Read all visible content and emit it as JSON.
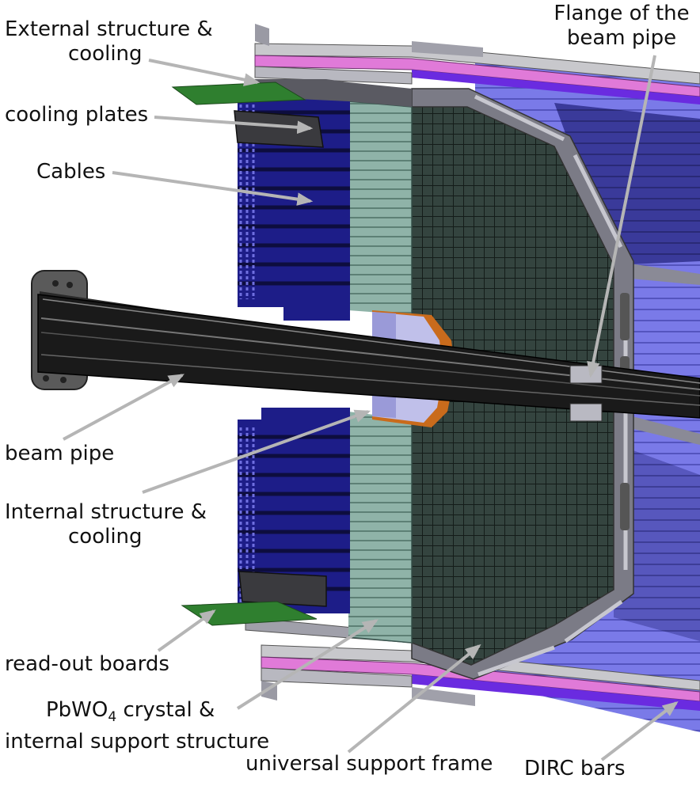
{
  "labels": {
    "external_structure": [
      "External structure &",
      "cooling"
    ],
    "cooling_plates": "cooling plates",
    "cables": "Cables",
    "beam_pipe": "beam pipe",
    "internal_structure": [
      "Internal structure &",
      "cooling"
    ],
    "readout_boards": "read-out boards",
    "crystal": {
      "chem": "PbWO",
      "sub": "4",
      "rest": " crystal &",
      "line2": "internal support structure"
    },
    "support_frame": "universal support frame",
    "dirc_bars": "DIRC bars",
    "flange": [
      "Flange of the",
      "beam pipe"
    ]
  },
  "colors": {
    "crystal_face": "#2e3c38",
    "crystal_side": "#8fb3a8",
    "cables": "#1e1e8a",
    "dirc": "#6d6de0",
    "frame": "#7a7a86",
    "boards": "#2d7a2d",
    "pink_bar": "#e07ad8",
    "violet_bar": "#6a2be0",
    "insert_orange": "#c9651c",
    "arrow": "#b5b5b5"
  }
}
